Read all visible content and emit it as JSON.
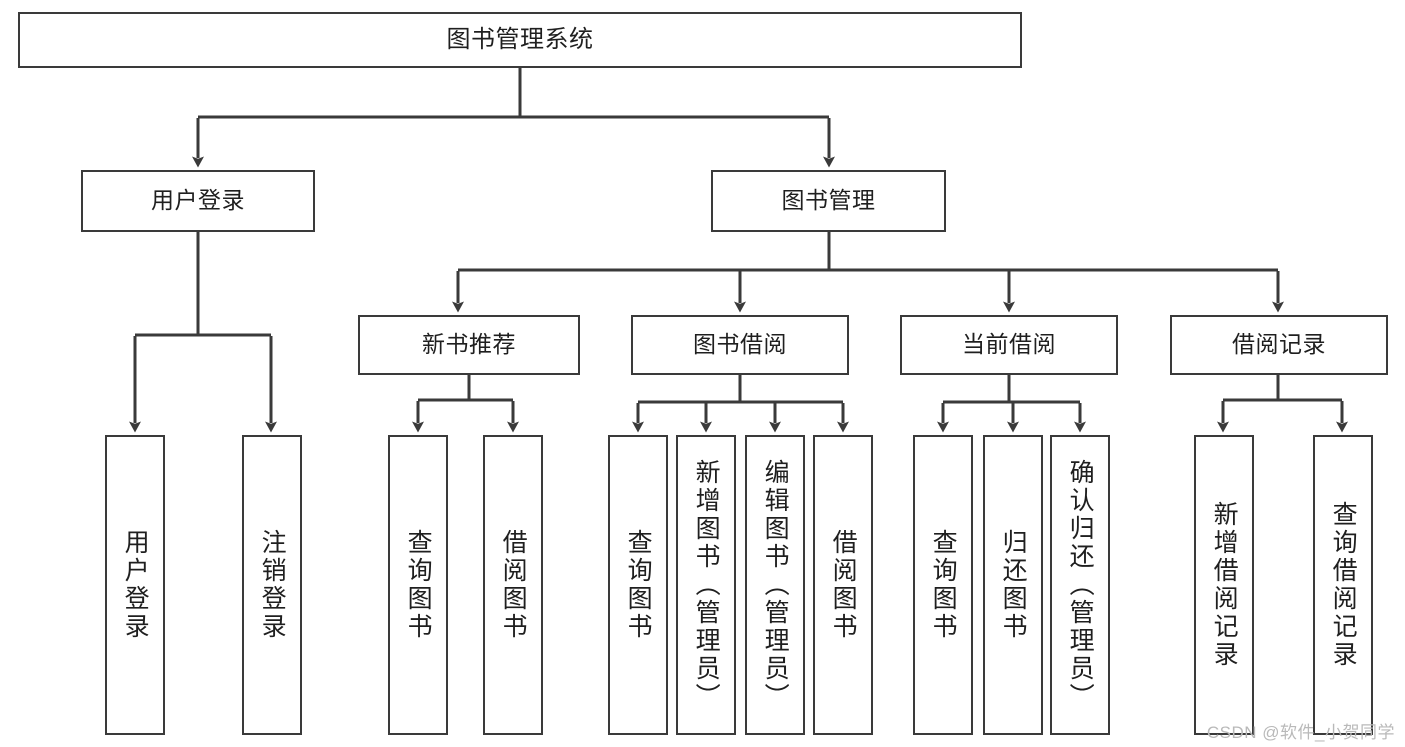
{
  "diagram": {
    "title": "图书管理系统",
    "type": "function-structure-tree",
    "watermark": "CSDN @软件_小贺同学",
    "colors": {
      "background": "#ffffff",
      "box_border": "#3a3a3a",
      "box_fill": "#ffffff",
      "connector": "#3a3a3a",
      "text": "#1f1f1f",
      "watermark": "#b9b9b9"
    },
    "levels": {
      "root": {
        "label": "图书管理系统"
      },
      "level2": [
        {
          "label": "用户登录"
        },
        {
          "label": "图书管理"
        }
      ],
      "level3": [
        {
          "label": "新书推荐"
        },
        {
          "label": "图书借阅"
        },
        {
          "label": "当前借阅"
        },
        {
          "label": "借阅记录"
        }
      ],
      "leaves": {
        "user_login": [
          {
            "label": "用户登录"
          },
          {
            "label": "注销登录"
          }
        ],
        "new_book_recommend": [
          {
            "label": "查询图书"
          },
          {
            "label": "借阅图书"
          }
        ],
        "book_borrow": [
          {
            "label": "查询图书"
          },
          {
            "label": "新增图书（管理员）"
          },
          {
            "label": "编辑图书（管理员）"
          },
          {
            "label": "借阅图书"
          }
        ],
        "current_borrow": [
          {
            "label": "查询图书"
          },
          {
            "label": "归还图书"
          },
          {
            "label": "确认归还（管理员）"
          }
        ],
        "borrow_record": [
          {
            "label": "新增借阅记录"
          },
          {
            "label": "查询借阅记录"
          }
        ]
      }
    }
  }
}
